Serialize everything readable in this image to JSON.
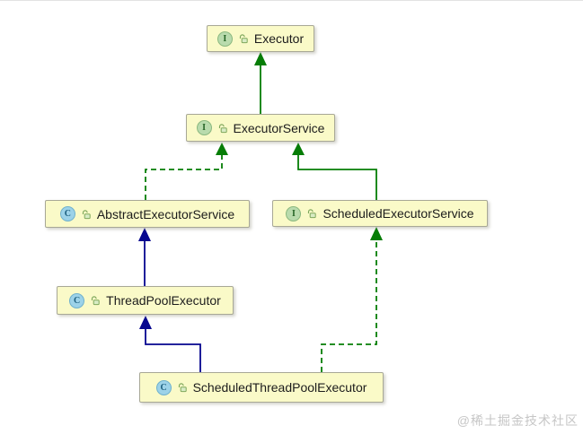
{
  "diagram": {
    "type": "uml-class-diagram",
    "subject": "Java Executor framework class hierarchy",
    "badges": {
      "interface_letter": "I",
      "class_letter": "C"
    },
    "nodes": [
      {
        "id": "executor",
        "label": "Executor",
        "kind": "interface"
      },
      {
        "id": "executor-service",
        "label": "ExecutorService",
        "kind": "interface"
      },
      {
        "id": "abstract-executor-service",
        "label": "AbstractExecutorService",
        "kind": "class"
      },
      {
        "id": "scheduled-executor-service",
        "label": "ScheduledExecutorService",
        "kind": "interface"
      },
      {
        "id": "thread-pool-executor",
        "label": "ThreadPoolExecutor",
        "kind": "class"
      },
      {
        "id": "scheduled-thread-pool-executor",
        "label": "ScheduledThreadPoolExecutor",
        "kind": "class"
      }
    ],
    "edges": [
      {
        "from": "ExecutorService",
        "to": "Executor",
        "relation": "extends",
        "line": "solid",
        "color_key": "green"
      },
      {
        "from": "AbstractExecutorService",
        "to": "ExecutorService",
        "relation": "implements",
        "line": "dashed",
        "color_key": "green"
      },
      {
        "from": "ScheduledExecutorService",
        "to": "ExecutorService",
        "relation": "extends",
        "line": "solid",
        "color_key": "green"
      },
      {
        "from": "ThreadPoolExecutor",
        "to": "AbstractExecutorService",
        "relation": "extends",
        "line": "solid",
        "color_key": "navy"
      },
      {
        "from": "ScheduledThreadPoolExecutor",
        "to": "ThreadPoolExecutor",
        "relation": "extends",
        "line": "solid",
        "color_key": "navy"
      },
      {
        "from": "ScheduledThreadPoolExecutor",
        "to": "ScheduledExecutorService",
        "relation": "implements",
        "line": "dashed",
        "color_key": "green"
      }
    ],
    "colors": {
      "green": "#067D06",
      "navy": "#06068F",
      "node_fill": "#FAFAC8",
      "node_border": "#A8A896",
      "interface_badge_fill": "#B9DBAD",
      "class_badge_fill": "#9CD2E8",
      "lock_icon_green": "#7FA85C"
    }
  },
  "watermark": {
    "text": "@稀土掘金技术社区"
  }
}
